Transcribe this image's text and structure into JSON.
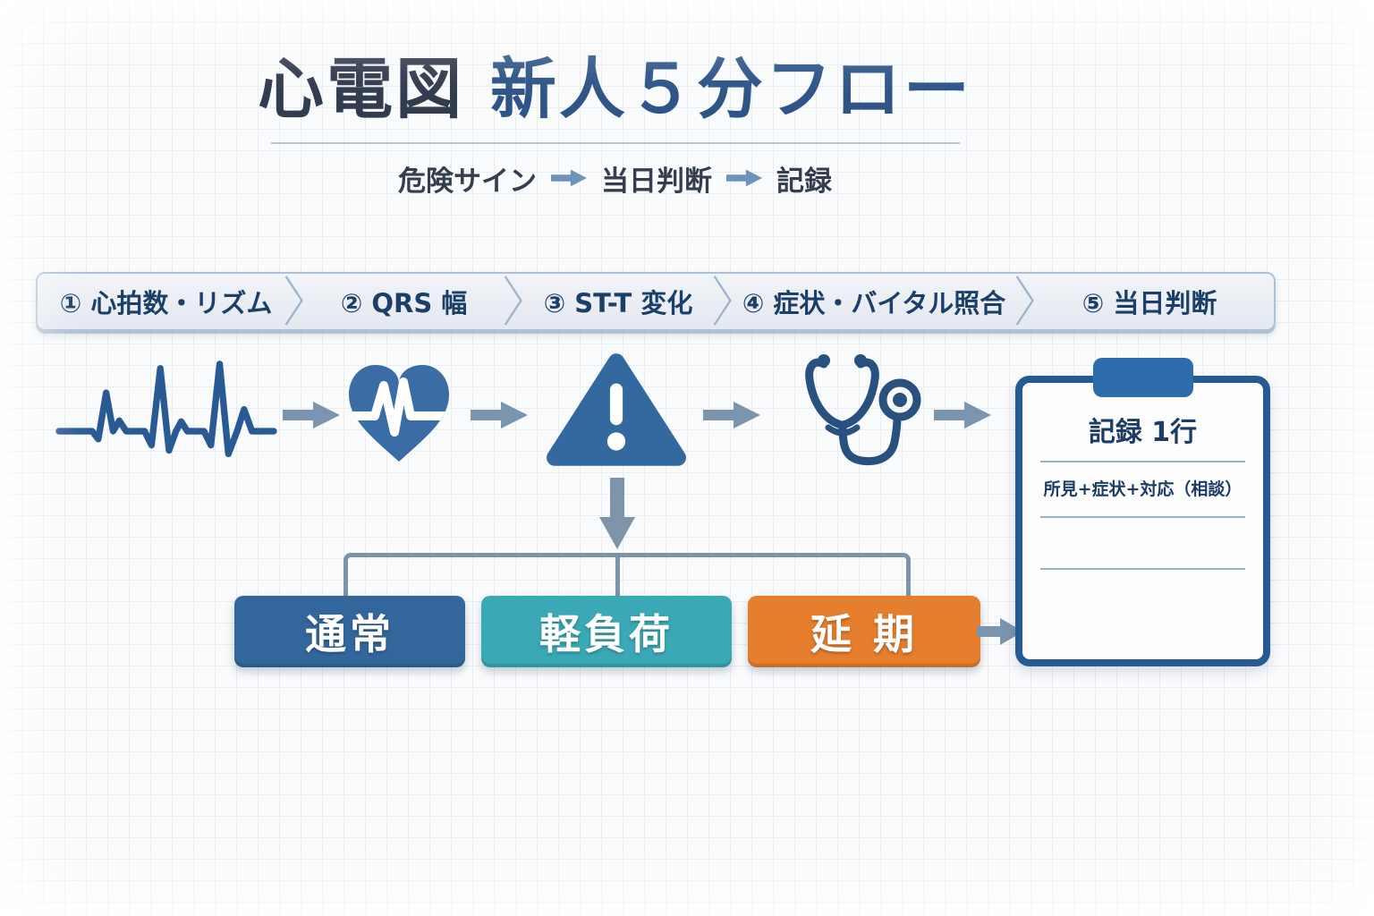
{
  "header": {
    "title_main": "心電図",
    "title_sub": "新人５分フロー",
    "flow_words": [
      "危険サイン",
      "当日判断",
      "記録"
    ]
  },
  "step_bar": {
    "steps": [
      {
        "label": "① 心拍数・リズム"
      },
      {
        "label": "② QRS 幅"
      },
      {
        "label": "③ ST-T 変化"
      },
      {
        "label": "④ 症状・バイタル照合"
      },
      {
        "label": "⑤ 当日判断"
      }
    ]
  },
  "flow_icons": [
    "ecg-waveform-icon",
    "heart-pulse-icon",
    "warning-triangle-icon",
    "stethoscope-icon",
    "clipboard-icon"
  ],
  "clipboard": {
    "title": "記録 1行",
    "note": "所見+症状+対応（相談）"
  },
  "decisions": [
    {
      "label": "通常",
      "color": "#33679c"
    },
    {
      "label": "軽負荷",
      "color": "#3aa9b5"
    },
    {
      "label": "延 期",
      "color": "#e57e2d"
    }
  ],
  "colors": {
    "title_dark": "#323c4f",
    "title_blue": "#2f5588",
    "step_text": "#1c3f68",
    "bar_border": "#adc1d6",
    "flow_arrow": "#7b95ae",
    "connector": "#7e94aa",
    "icon_blue": "#34699f",
    "ecg_stroke": "#2a5a94",
    "stethoscope_stroke": "#28517f",
    "clipboard_border": "#265a92",
    "clip_tab": "#2d6dae",
    "rule_line": "#8fb4d4"
  }
}
